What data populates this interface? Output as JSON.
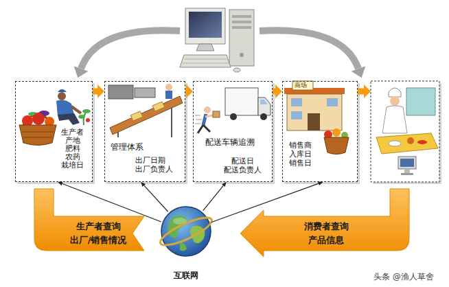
{
  "diagram": {
    "nodes": [
      {
        "text": [
          "生产者 产地 肥料 农药 栽培日"
        ]
      },
      {
        "text": [
          "管理体系",
          "出厂日期 出厂负责人"
        ]
      },
      {
        "text": [
          "配送车辆追溯",
          "配送日 配送负责人"
        ]
      },
      {
        "text": [
          "销售商 入库日 销售日"
        ]
      },
      {
        "text": [
          "生产者查询 出厂/销售情况"
        ]
      },
      {
        "text": [
          "互联网"
        ]
      },
      {
        "text": [
          "消费者查询 产品信息"
        ]
      }
    ],
    "edges": [
      {
        "from": 0,
        "to": 1,
        "arrow": "to"
      },
      {
        "from": 1,
        "to": 2,
        "arrow": "to"
      },
      {
        "from": 2,
        "to": 3,
        "arrow": "to"
      },
      {
        "from": 5,
        "to": 0,
        "arrow": "to"
      },
      {
        "from": 5,
        "to": 1,
        "arrow": "to"
      },
      {
        "from": 5,
        "to": 2,
        "arrow": "to"
      },
      {
        "from": 5,
        "to": 3,
        "arrow": "to"
      }
    ],
    "labels": [
      "商场",
      "头条 @渔人草舍"
    ]
  }
}
